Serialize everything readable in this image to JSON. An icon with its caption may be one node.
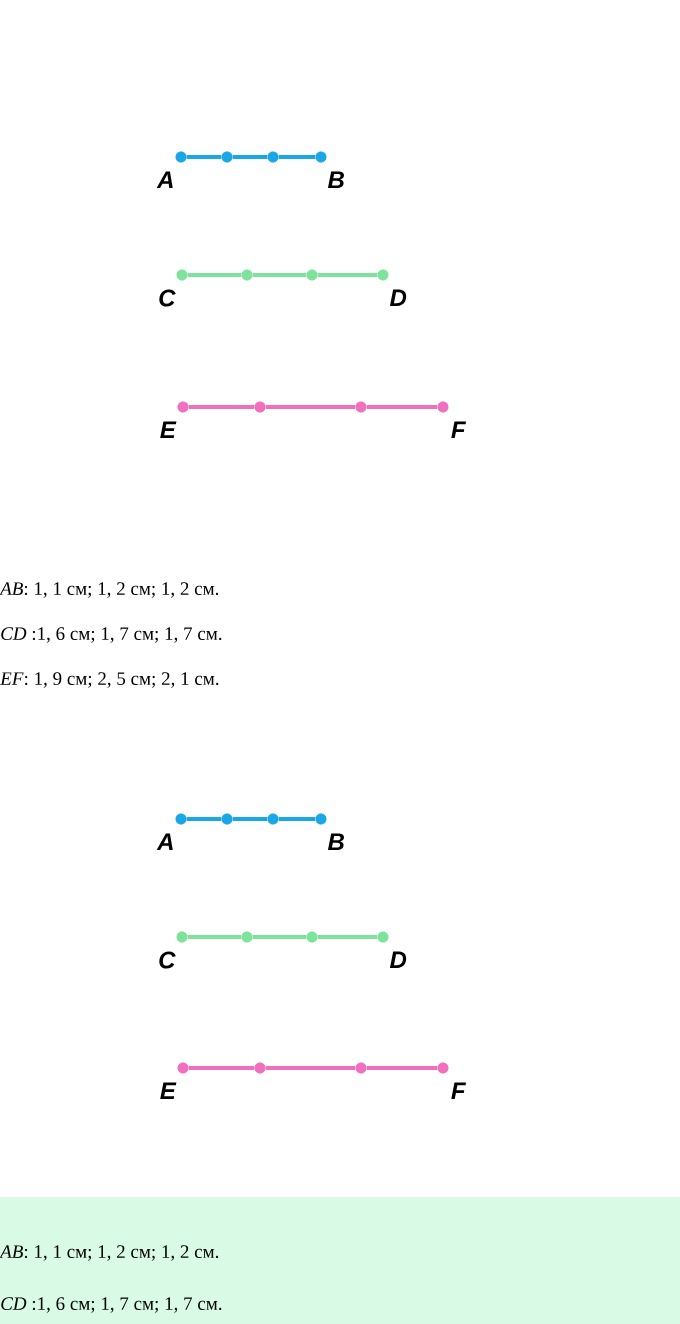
{
  "diagram": {
    "nodes": [
      {
        "text": [
          "A"
        ]
      },
      {
        "text": [],
        "shape": "circle"
      },
      {
        "text": [],
        "shape": "circle"
      },
      {
        "text": [
          "B"
        ]
      },
      {
        "text": [
          "C"
        ]
      },
      {
        "text": [],
        "shape": "circle"
      },
      {
        "text": [],
        "shape": "circle"
      },
      {
        "text": [
          "D"
        ]
      },
      {
        "text": [
          "E"
        ]
      },
      {
        "text": [],
        "shape": "circle"
      },
      {
        "text": [],
        "shape": "circle"
      },
      {
        "text": [
          "F"
        ]
      },
      {
        "text": [
          "A"
        ]
      },
      {
        "text": [],
        "shape": "circle"
      },
      {
        "text": [],
        "shape": "circle"
      },
      {
        "text": [
          "B"
        ]
      },
      {
        "text": [
          "C"
        ]
      },
      {
        "text": [],
        "shape": "circle"
      },
      {
        "text": [],
        "shape": "circle"
      },
      {
        "text": [
          "D"
        ]
      },
      {
        "text": [
          "E"
        ]
      },
      {
        "text": [],
        "shape": "circle"
      },
      {
        "text": [],
        "shape": "circle"
      },
      {
        "text": [
          "F"
        ]
      }
    ],
    "edges": [
      {
        "from": 0,
        "to": 1,
        "arrow": "none",
        "color": "#1aa7e6"
      },
      {
        "from": 1,
        "to": 2,
        "arrow": "none",
        "color": "#1aa7e6"
      },
      {
        "from": 2,
        "to": 3,
        "arrow": "none",
        "color": "#1aa7e6"
      },
      {
        "from": 4,
        "to": 5,
        "arrow": "none",
        "color": "#7de39b"
      },
      {
        "from": 5,
        "to": 6,
        "arrow": "none",
        "color": "#7de39b"
      },
      {
        "from": 6,
        "to": 7,
        "arrow": "none",
        "color": "#7de39b"
      },
      {
        "from": 8,
        "to": 9,
        "arrow": "none",
        "color": "#f06fbf"
      },
      {
        "from": 9,
        "to": 10,
        "arrow": "none",
        "color": "#f06fbf"
      },
      {
        "from": 10,
        "to": 11,
        "arrow": "none",
        "color": "#f06fbf"
      },
      {
        "from": 12,
        "to": 13,
        "arrow": "none",
        "color": "#1aa7e6"
      },
      {
        "from": 13,
        "to": 14,
        "arrow": "none",
        "color": "#1aa7e6"
      },
      {
        "from": 14,
        "to": 15,
        "arrow": "none",
        "color": "#1aa7e6"
      },
      {
        "from": 16,
        "to": 17,
        "arrow": "none",
        "color": "#7de39b"
      },
      {
        "from": 17,
        "to": 18,
        "arrow": "none",
        "color": "#7de39b"
      },
      {
        "from": 18,
        "to": 19,
        "arrow": "none",
        "color": "#7de39b"
      },
      {
        "from": 20,
        "to": 21,
        "arrow": "none",
        "color": "#f06fbf"
      },
      {
        "from": 21,
        "to": 22,
        "arrow": "none",
        "color": "#f06fbf"
      },
      {
        "from": 22,
        "to": 23,
        "arrow": "none",
        "color": "#f06fbf"
      }
    ],
    "labels": [
      "*AB*: 1, 1 см; 1, 2 см; 1, 2 см.",
      "*CD* :1, 6 см; 1, 7 см; 1, 7 см.",
      "*EF*: 1, 9 см; 2, 5 см; 2, 1 см.",
      "*AB*: 1, 1 см; 1, 2 см; 1, 2 см.",
      "*CD* :1, 6 см; 1, 7 см; 1, 7 см."
    ]
  }
}
